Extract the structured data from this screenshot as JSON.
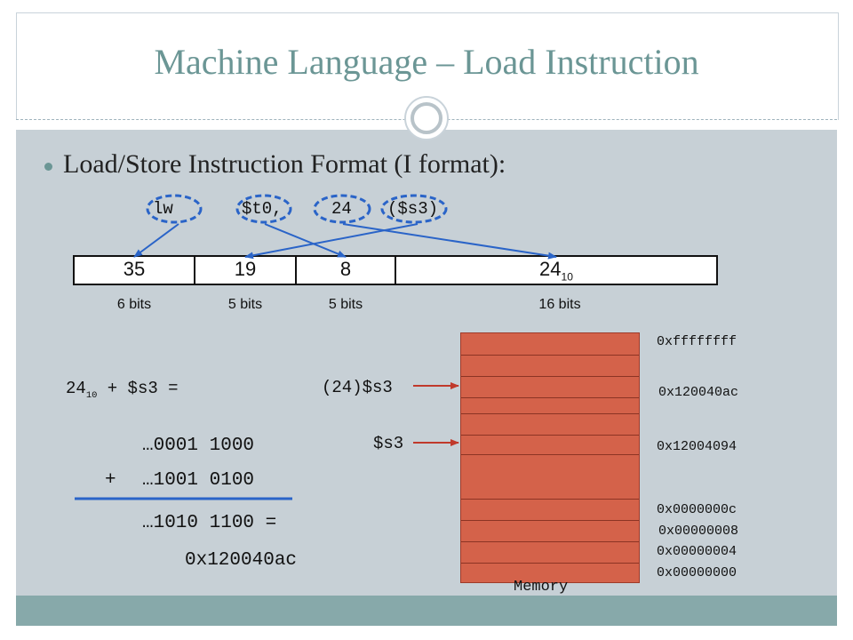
{
  "title": "Machine Language – Load Instruction",
  "bullet": "Load/Store Instruction Format (I format):",
  "instruction": {
    "op": "lw",
    "rt": "$t0,",
    "imm": "24",
    "rs": "($s3)"
  },
  "fields": [
    {
      "value": "35",
      "bits": "6 bits"
    },
    {
      "value": "19",
      "bits": "5 bits"
    },
    {
      "value": "8",
      "bits": "5 bits"
    },
    {
      "value": "24",
      "sub": "10",
      "bits": "16 bits"
    }
  ],
  "calc": {
    "lhs_num": "24",
    "lhs_sub": "10",
    "lhs_rest": " + $s3 =",
    "line1": "…0001 1000",
    "plus": "+",
    "line2": "…1001 0100",
    "line3": "…1010 1100 =",
    "result": "0x120040ac"
  },
  "pointers": {
    "offset_label": "(24)$s3",
    "base_label": "$s3"
  },
  "memory": {
    "label": "Memory",
    "addresses": {
      "top": "0xffffffff",
      "target": "0x120040ac",
      "base": "0x12004094",
      "a_c": "0x0000000c",
      "a_8": "0x00000008",
      "a_4": "0x00000004",
      "a_0": "0x00000000"
    }
  },
  "colors": {
    "title": "#6b9695",
    "content_bg": "#c7d0d6",
    "footer_bg": "#87a9aa",
    "memory_fill": "#d4624a",
    "arrow": "#2a64c8"
  }
}
